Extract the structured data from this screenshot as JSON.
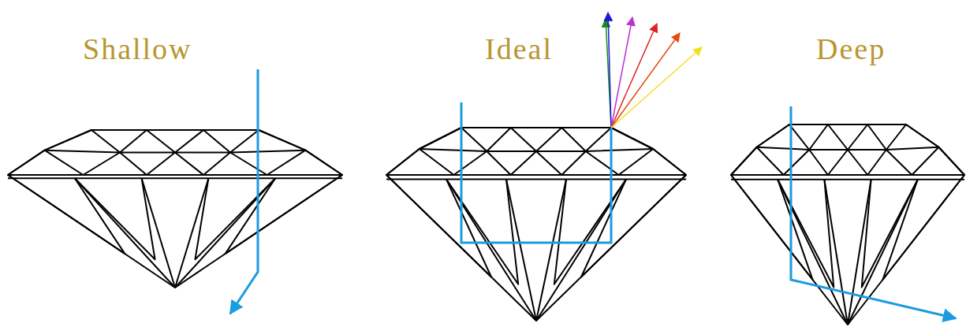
{
  "diagram": {
    "labels": [
      "Shallow",
      "Ideal",
      "Deep"
    ]
  }
}
